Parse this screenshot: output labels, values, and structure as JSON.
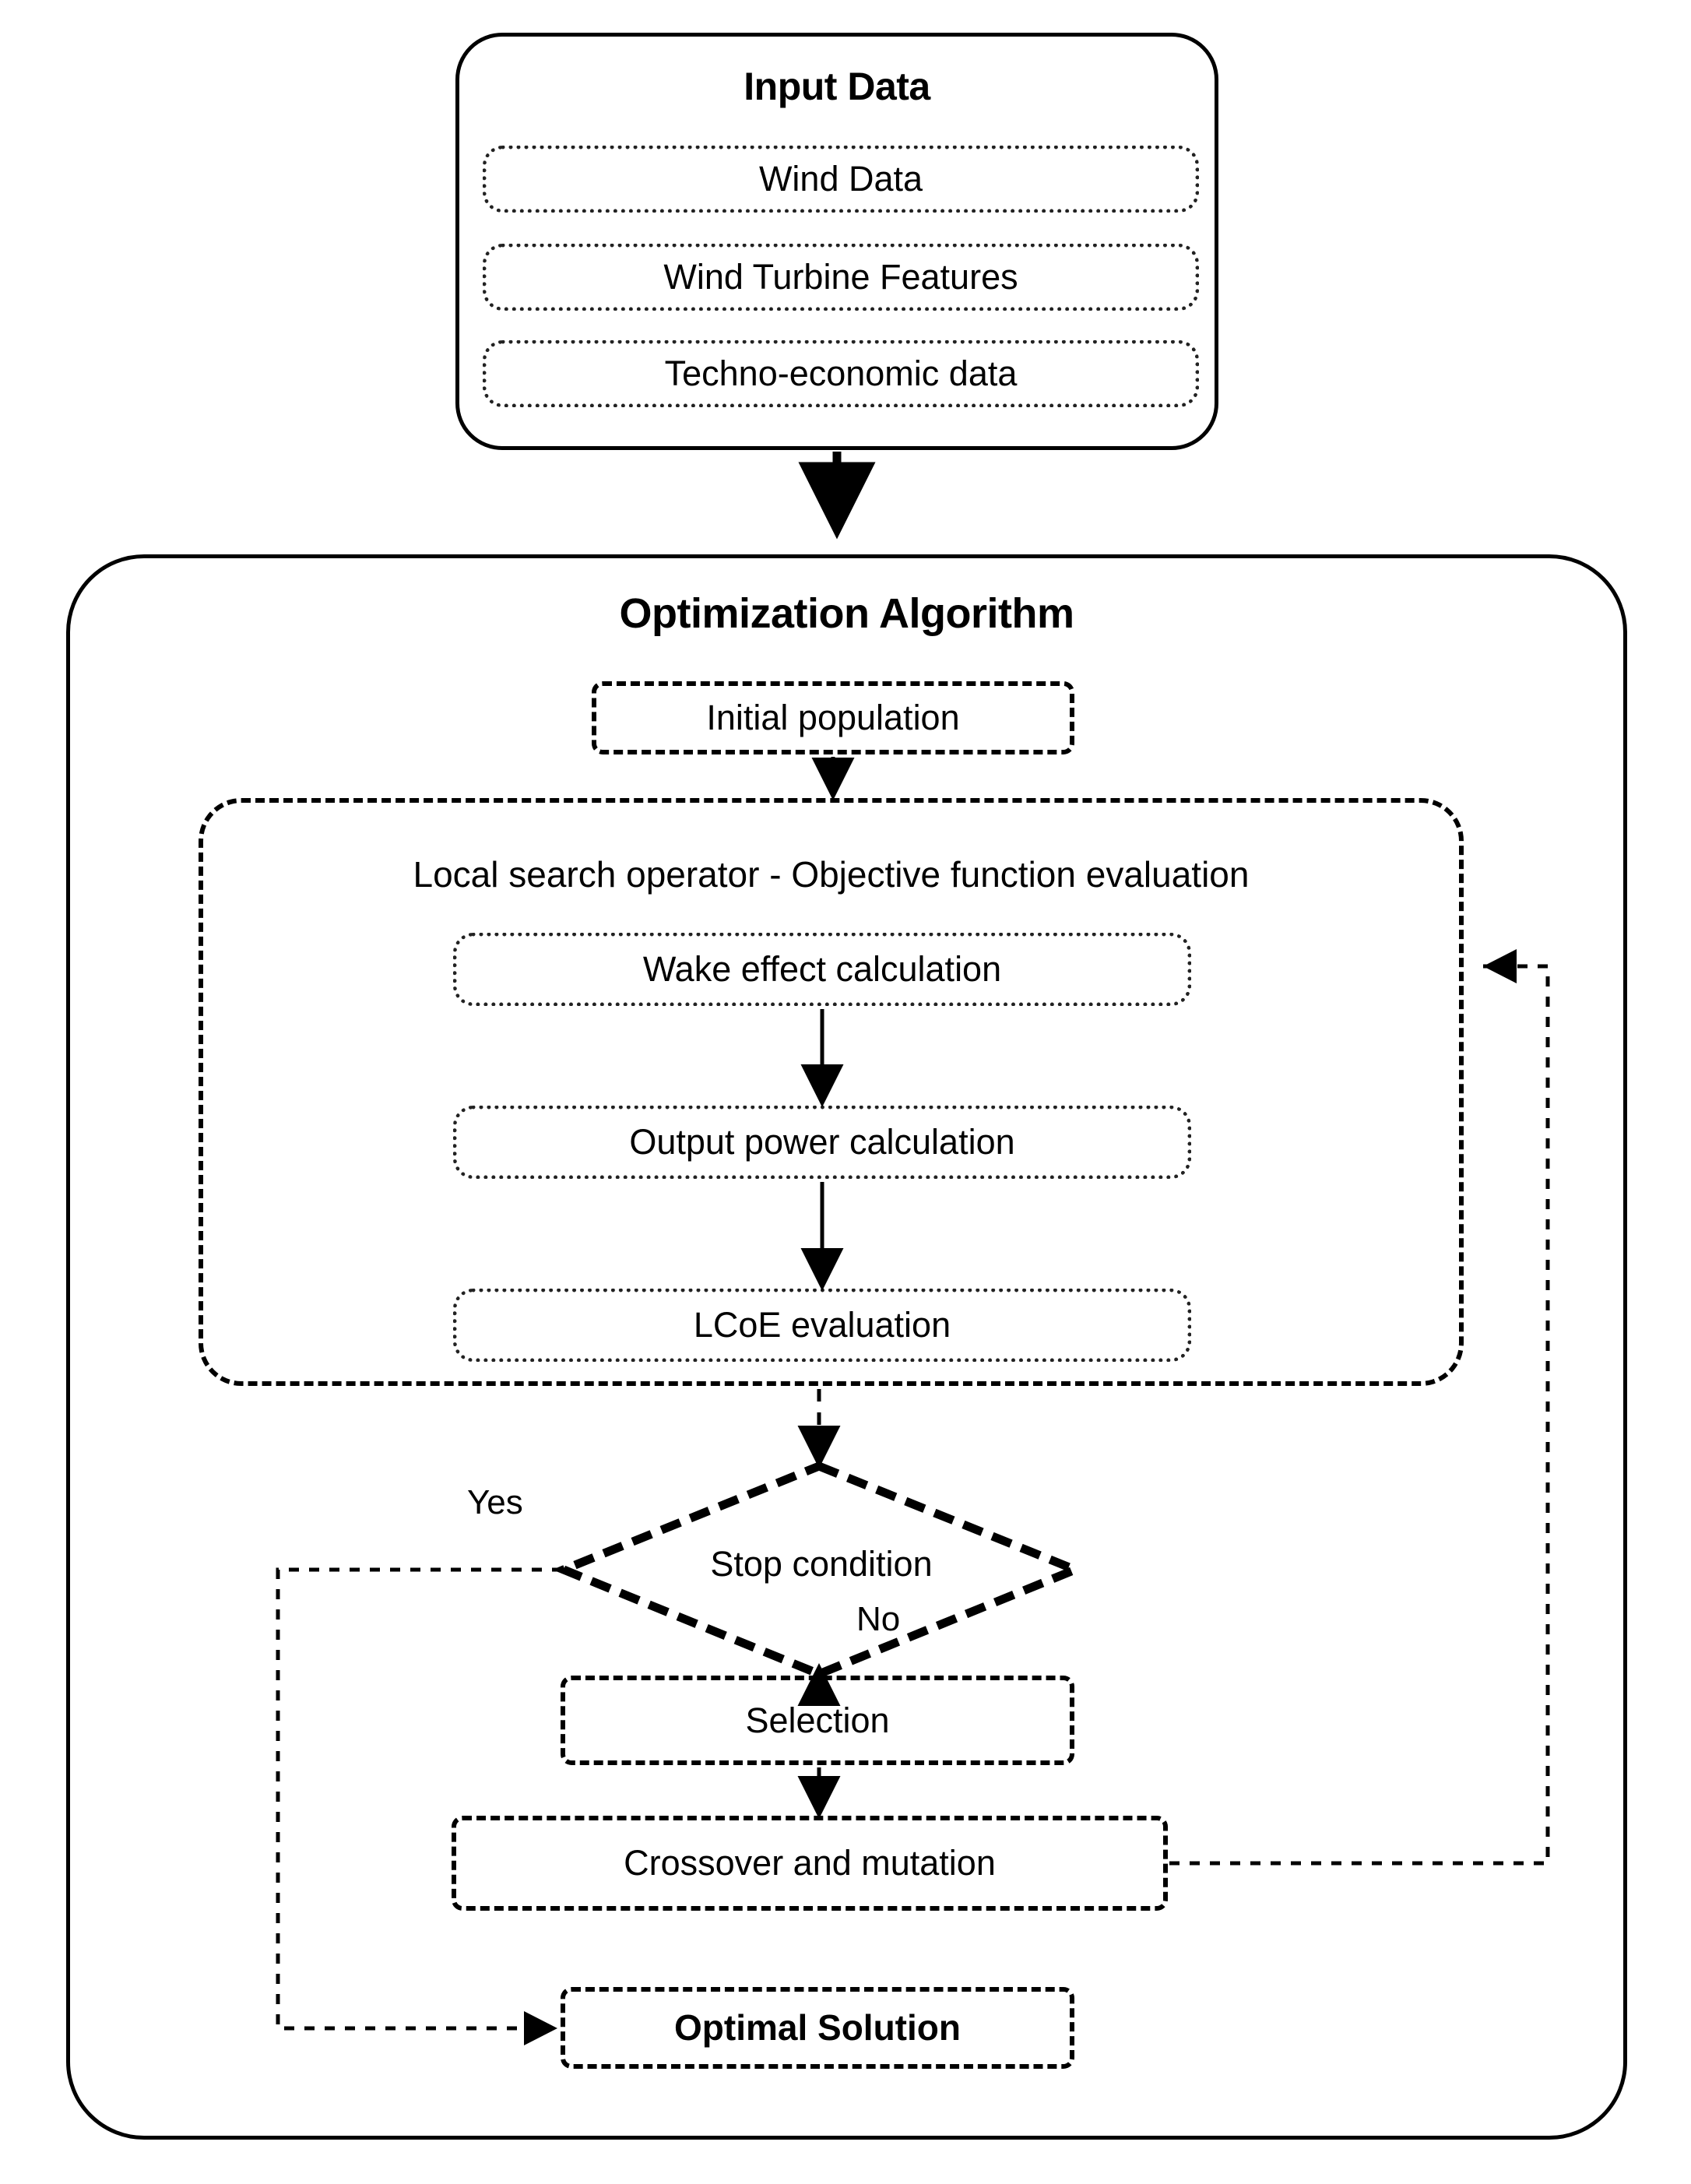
{
  "diagram": {
    "title_input": "Input Data",
    "title_algorithm": "Optimization Algorithm",
    "input_items": [
      {
        "label": "Wind Data"
      },
      {
        "label": "Wind Turbine Features"
      },
      {
        "label": "Techno-economic data"
      }
    ],
    "algorithm_nodes": {
      "initial_population": "Initial population",
      "local_search": "Local search operator - Objective function evaluation",
      "wake_effect": "Wake effect calculation",
      "output_power": "Output power calculation",
      "lcoe": "LCoE evaluation",
      "stop_condition": "Stop condition",
      "selection": "Selection",
      "crossover": "Crossover and mutation",
      "optimal_solution": "Optimal Solution"
    },
    "edge_labels": {
      "yes": "Yes",
      "no": "No"
    },
    "colors": {
      "stroke": "#000000",
      "background": "#ffffff"
    }
  }
}
